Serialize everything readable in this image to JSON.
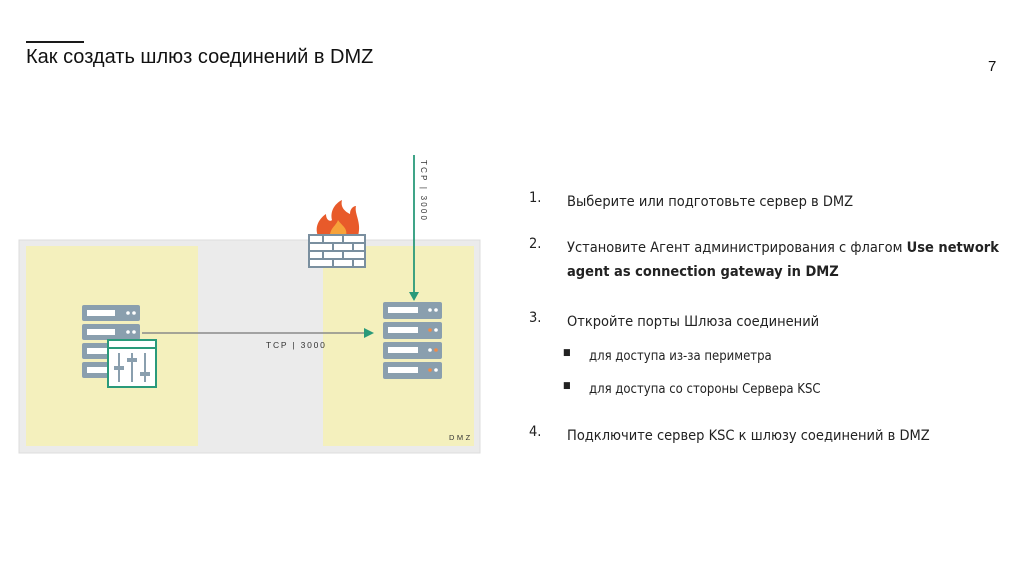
{
  "header": {
    "title": "Как создать шлюз соединений в DMZ",
    "page_number": "7"
  },
  "diagram": {
    "vertical_port_label": "TCP | 3000",
    "horizontal_port_label": "TCP | 3000",
    "dmz_label": "DMZ"
  },
  "steps": [
    {
      "num": "1.",
      "text": "Выберите или подготовьте сервер в DMZ"
    },
    {
      "num": "2.",
      "text_plain": "Установите Агент администрирования с флагом ",
      "text_bold": "Use network agent as connection gateway in DMZ"
    },
    {
      "num": "3.",
      "text": "Откройте порты Шлюза соединений",
      "subitems": [
        "для доступа из-за периметра",
        "для доступа со стороны Сервера KSC"
      ]
    },
    {
      "num": "4.",
      "text": "Подключите сервер KSC  к шлюзу соединений в DMZ"
    }
  ],
  "colors": {
    "zone_fill": "#f4f0bd",
    "outer_fill": "#ebebeb",
    "server": "#8a9fae",
    "arrow": "#2a9a7a",
    "firewall": "#7a8f9f",
    "flame": "#e85a2a"
  }
}
